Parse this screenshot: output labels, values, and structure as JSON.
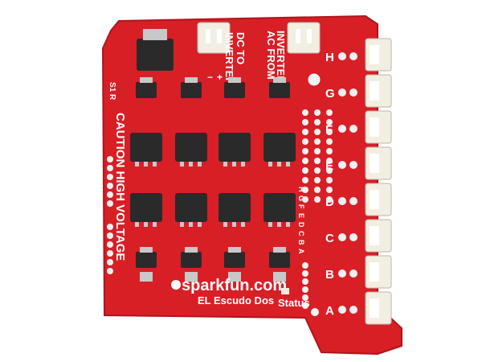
{
  "photo": {
    "brand": "sparkfun.com",
    "product_name": "EL Escudo Dos",
    "status_label": "Status",
    "caution_label": "CAUTION HIGH VOLTAGE",
    "dc_label_line1": "DC TO",
    "dc_label_line2": "INVERTER",
    "ac_label_line1": "AC FROM",
    "ac_label_line2": "INVERTER",
    "si_label": "S1 R",
    "polarity_plus": "+",
    "polarity_minus": "−",
    "channels": [
      "H",
      "G",
      "F",
      "E",
      "D",
      "C",
      "B",
      "A"
    ],
    "header_letters": [
      "H",
      "G",
      "F",
      "E",
      "D",
      "C",
      "B",
      "A"
    ]
  },
  "colors": {
    "board": "#d81f26",
    "board_edge": "#b0141b",
    "silkscreen": "#ffffff",
    "chip": "#2a2a2a",
    "metal": "#c8c8c8",
    "connector": "#f3eee2"
  }
}
